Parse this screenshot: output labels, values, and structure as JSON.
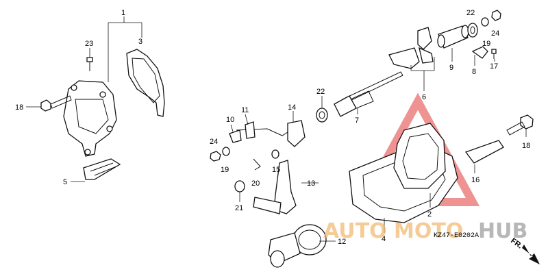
{
  "diagram_code": "KZ47-E0202A",
  "front_indicator": "FR.",
  "watermark": {
    "text_a": "AUTO",
    "text_b": "MOTO",
    "text_c": "HUB",
    "color_a": "#f2b66b",
    "color_b": "#9a9a9a",
    "triangle_color": "#e23a3a"
  },
  "callouts": {
    "p1": "1",
    "p3": "3",
    "p23": "23",
    "p18a": "18",
    "p5": "5",
    "p22a": "22",
    "p24a": "24",
    "p19a": "19",
    "p17": "17",
    "p9": "9",
    "p8": "8",
    "p6": "6",
    "p22b": "22",
    "p7": "7",
    "p11": "11",
    "p10": "10",
    "p14": "14",
    "p24b": "24",
    "p19b": "19",
    "p15": "15",
    "p20": "20",
    "p13": "13",
    "p21": "21",
    "p18b": "18",
    "p16": "16",
    "p2": "2",
    "p4": "4",
    "p12": "12"
  }
}
